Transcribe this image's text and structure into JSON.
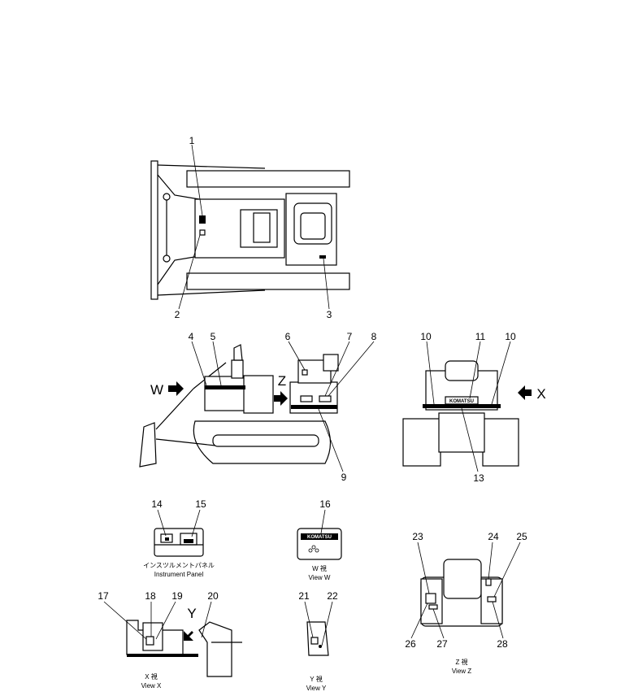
{
  "colors": {
    "line": "#000000",
    "background": "#ffffff"
  },
  "callouts": [
    "1",
    "2",
    "3",
    "4",
    "5",
    "6",
    "7",
    "8",
    "9",
    "10",
    "11",
    "10",
    "13",
    "14",
    "15",
    "16",
    "17",
    "18",
    "19",
    "20",
    "21",
    "22",
    "23",
    "24",
    "25",
    "26",
    "27",
    "28"
  ],
  "view_letters": {
    "w": "W",
    "z": "Z",
    "x": "X",
    "y": "Y"
  },
  "captions": {
    "instrument_jp": "インスツルメントパネル",
    "instrument_en": "Instrument  Panel",
    "view_w_jp": "W 視",
    "view_w_en": "View  W",
    "view_x_jp": "X 視",
    "view_x_en": "View  X",
    "view_y_jp": "Y 視",
    "view_y_en": "View  Y",
    "view_z_jp": "Z 視",
    "view_z_en": "View  Z"
  },
  "brand_text": "KOMATSU"
}
